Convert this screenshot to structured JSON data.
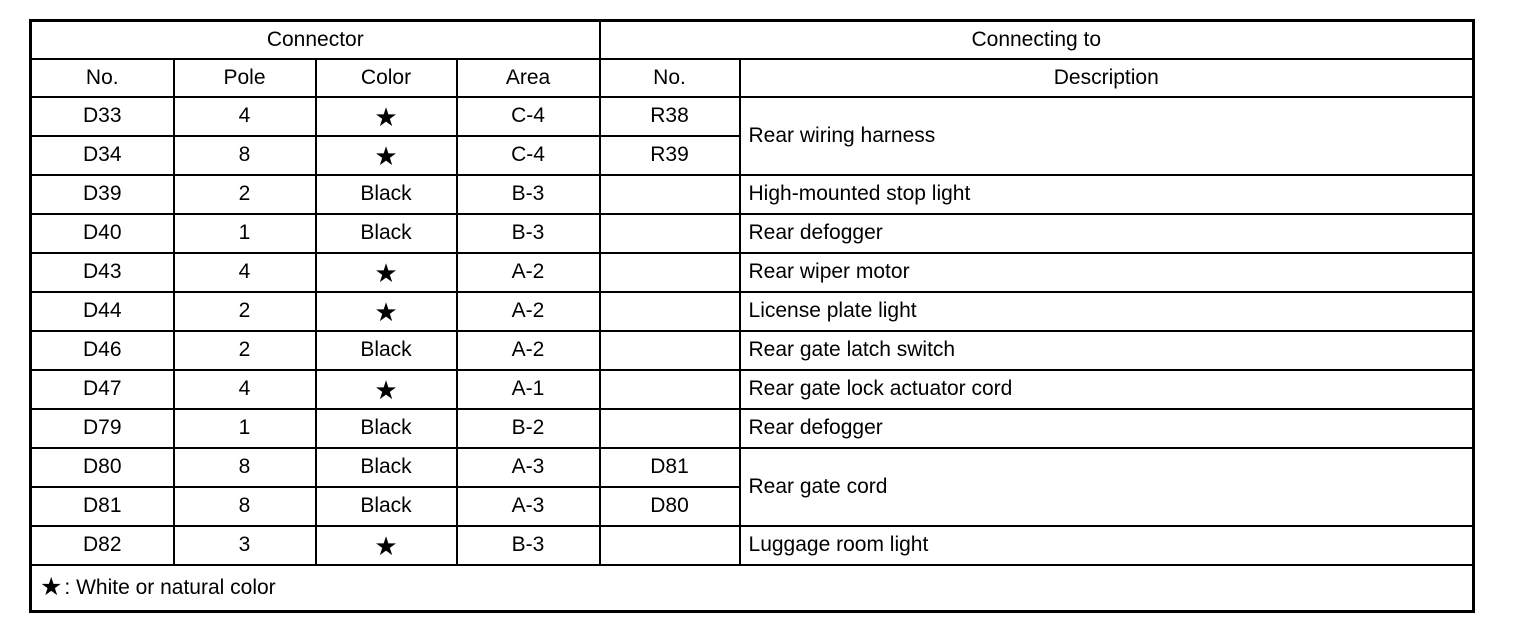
{
  "table": {
    "group_headers": [
      {
        "label": "Connector",
        "span": 4
      },
      {
        "label": "Connecting to",
        "span": 2
      }
    ],
    "column_headers": [
      "No.",
      "Pole",
      "Color",
      "Area",
      "No.",
      "Description"
    ],
    "star_glyph": "★",
    "rows": [
      {
        "no": "D33",
        "pole": "4",
        "color": "star",
        "area": "C-4",
        "connect_no": "R38",
        "description": "Rear wiring harness",
        "desc_rowspan": 2
      },
      {
        "no": "D34",
        "pole": "8",
        "color": "star",
        "area": "C-4",
        "connect_no": "R39",
        "description": "",
        "desc_rowspan": 0
      },
      {
        "no": "D39",
        "pole": "2",
        "color": "Black",
        "area": "B-3",
        "connect_no": "",
        "description": "High-mounted stop light",
        "desc_rowspan": 1
      },
      {
        "no": "D40",
        "pole": "1",
        "color": "Black",
        "area": "B-3",
        "connect_no": "",
        "description": "Rear defogger",
        "desc_rowspan": 1
      },
      {
        "no": "D43",
        "pole": "4",
        "color": "star",
        "area": "A-2",
        "connect_no": "",
        "description": "Rear wiper motor",
        "desc_rowspan": 1
      },
      {
        "no": "D44",
        "pole": "2",
        "color": "star",
        "area": "A-2",
        "connect_no": "",
        "description": "License plate light",
        "desc_rowspan": 1
      },
      {
        "no": "D46",
        "pole": "2",
        "color": "Black",
        "area": "A-2",
        "connect_no": "",
        "description": "Rear gate latch switch",
        "desc_rowspan": 1
      },
      {
        "no": "D47",
        "pole": "4",
        "color": "star",
        "area": "A-1",
        "connect_no": "",
        "description": "Rear gate lock actuator cord",
        "desc_rowspan": 1
      },
      {
        "no": "D79",
        "pole": "1",
        "color": "Black",
        "area": "B-2",
        "connect_no": "",
        "description": "Rear defogger",
        "desc_rowspan": 1
      },
      {
        "no": "D80",
        "pole": "8",
        "color": "Black",
        "area": "A-3",
        "connect_no": "D81",
        "description": "Rear gate cord",
        "desc_rowspan": 2
      },
      {
        "no": "D81",
        "pole": "8",
        "color": "Black",
        "area": "A-3",
        "connect_no": "D80",
        "description": "",
        "desc_rowspan": 0
      },
      {
        "no": "D82",
        "pole": "3",
        "color": "star",
        "area": "B-3",
        "connect_no": "",
        "description": "Luggage room light",
        "desc_rowspan": 1
      }
    ],
    "legend": {
      "star": "★",
      "text": ": White or natural color"
    }
  },
  "colors": {
    "border": "#000000",
    "text": "#000000",
    "background": "#ffffff"
  }
}
